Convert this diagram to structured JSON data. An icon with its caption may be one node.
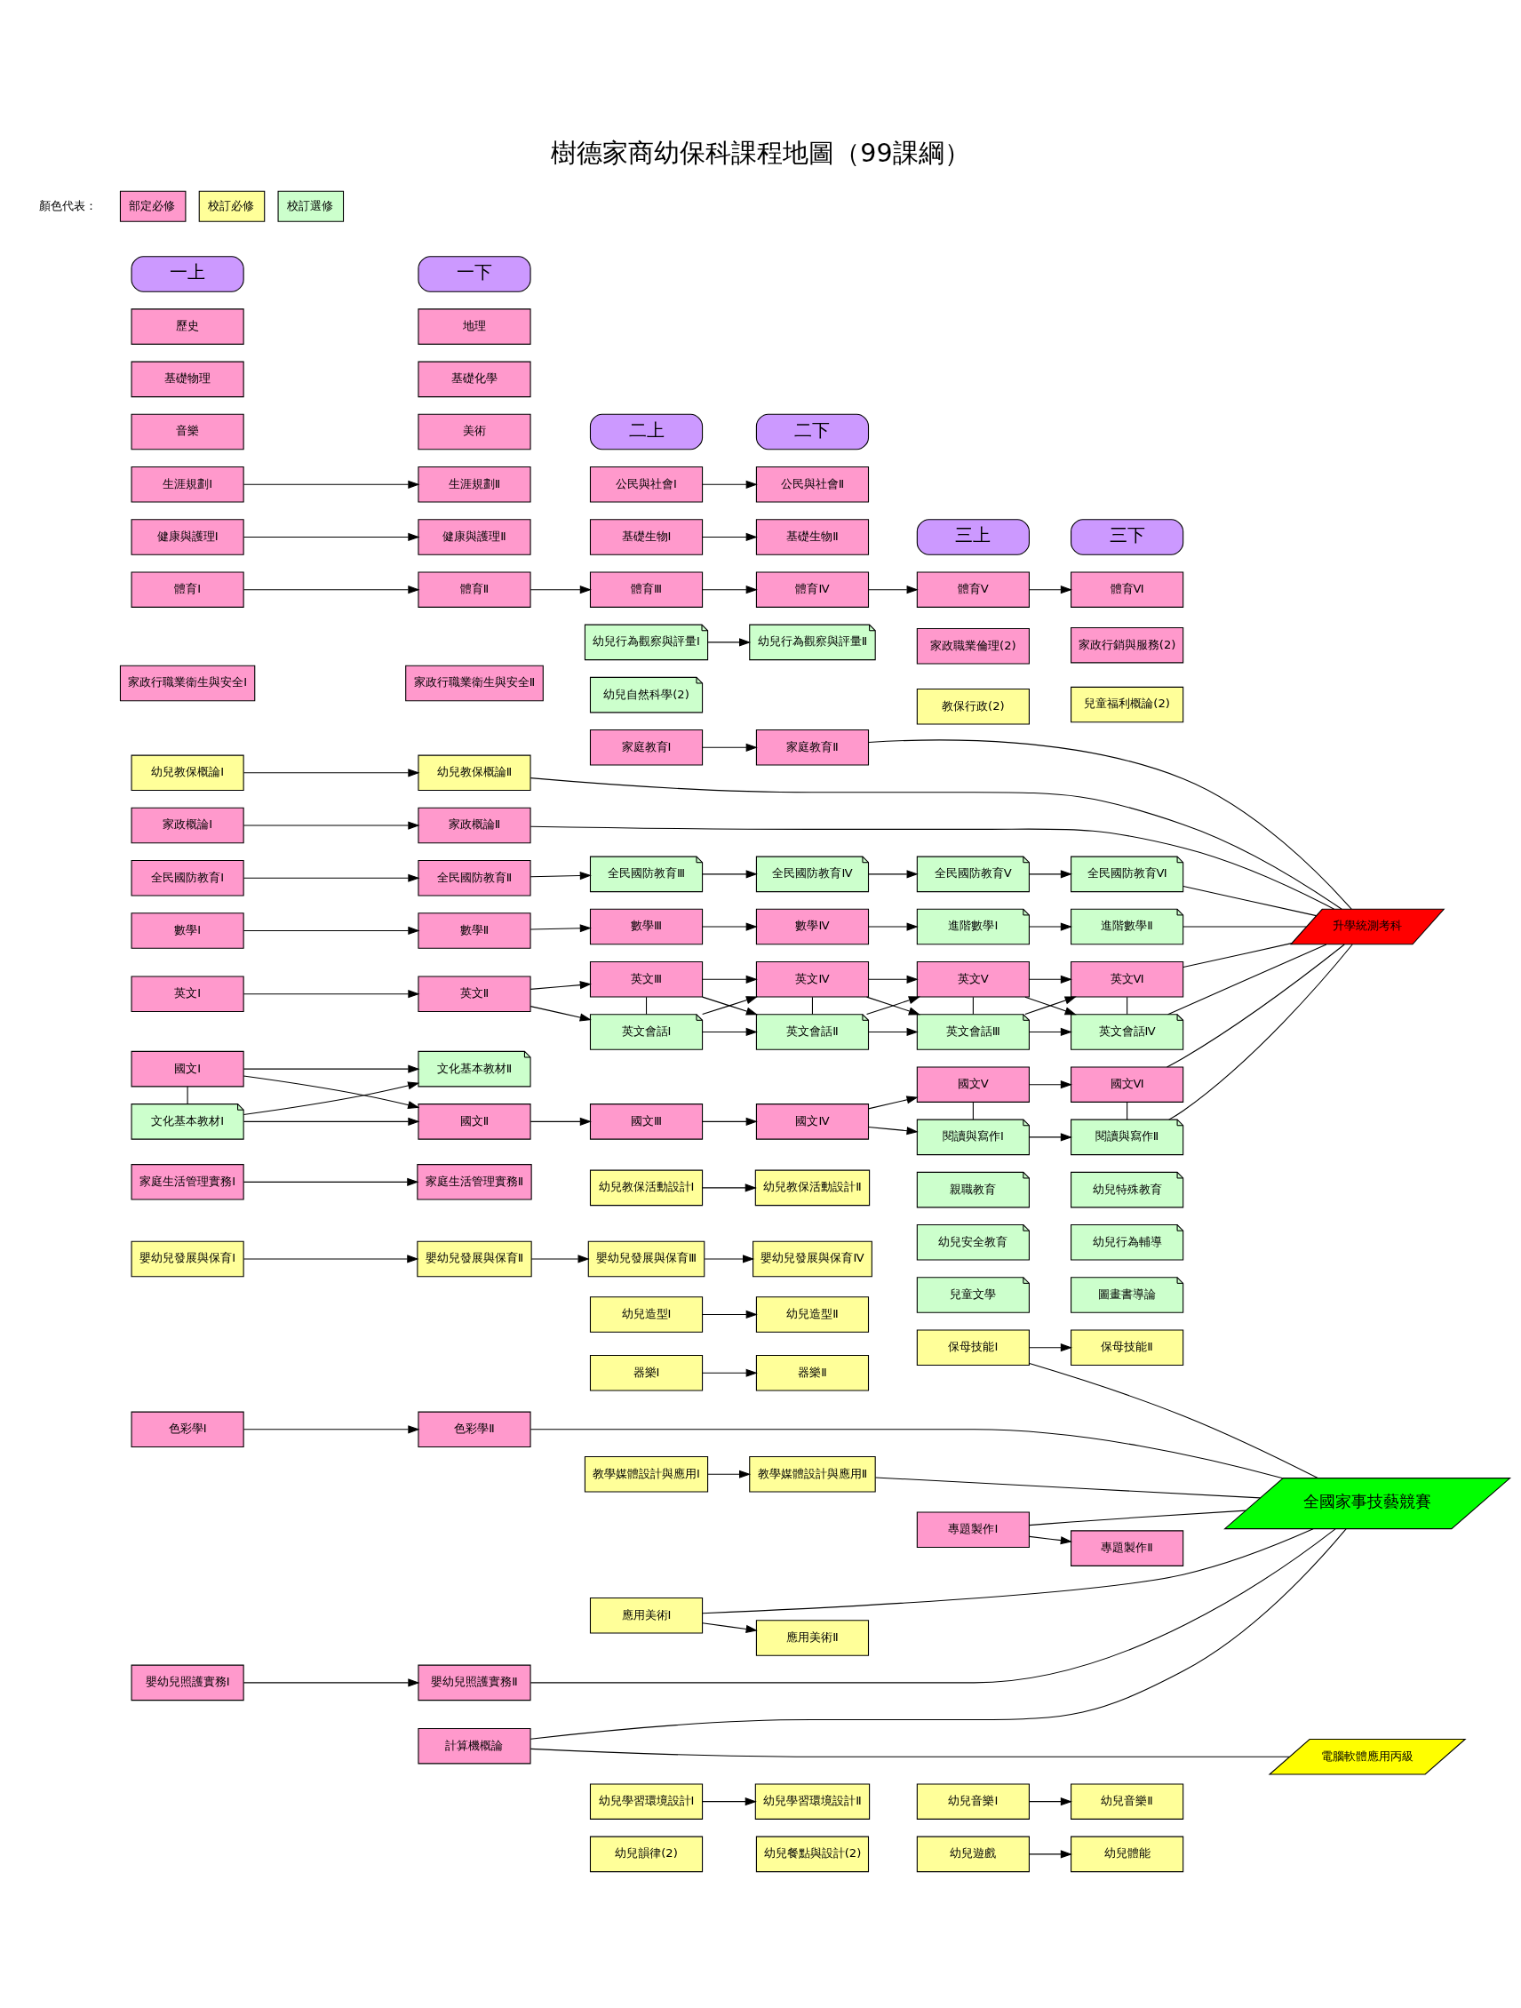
{
  "diagram": {
    "title": "樹德家商幼保科課程地圖（99課綱）",
    "nodes": [
      {
        "text": [
          "一上"
        ]
      },
      {
        "text": [
          "一下"
        ]
      },
      {
        "text": [
          "二上"
        ]
      },
      {
        "text": [
          "二下"
        ]
      },
      {
        "text": [
          "三上"
        ]
      },
      {
        "text": [
          "三下"
        ]
      },
      {
        "text": [
          "國文Ⅰ"
        ]
      },
      {
        "text": [
          "國文Ⅱ"
        ]
      },
      {
        "text": [
          "國文Ⅲ"
        ]
      },
      {
        "text": [
          "國文Ⅳ"
        ]
      },
      {
        "text": [
          "國文Ⅴ"
        ]
      },
      {
        "text": [
          "國文Ⅵ"
        ]
      },
      {
        "text": [
          "文化基本教材Ⅰ"
        ]
      },
      {
        "text": [
          "文化基本教材Ⅱ"
        ]
      },
      {
        "text": [
          "閱讀與寫作Ⅰ"
        ]
      },
      {
        "text": [
          "閱讀與寫作Ⅱ"
        ]
      },
      {
        "text": [
          "英文Ⅰ"
        ]
      },
      {
        "text": [
          "英文Ⅱ"
        ]
      },
      {
        "text": [
          "英文Ⅲ"
        ]
      },
      {
        "text": [
          "英文Ⅳ"
        ]
      },
      {
        "text": [
          "英文Ⅴ"
        ]
      },
      {
        "text": [
          "英文Ⅵ"
        ]
      },
      {
        "text": [
          "英文會話Ⅰ"
        ]
      },
      {
        "text": [
          "英文會話Ⅱ"
        ]
      },
      {
        "text": [
          "英文會話Ⅲ"
        ]
      },
      {
        "text": [
          "英文會話Ⅳ"
        ]
      },
      {
        "text": [
          "數學Ⅰ"
        ]
      },
      {
        "text": [
          "數學Ⅱ"
        ]
      },
      {
        "text": [
          "數學Ⅲ"
        ]
      },
      {
        "text": [
          "數學Ⅳ"
        ]
      },
      {
        "text": [
          "進階數學Ⅰ"
        ]
      },
      {
        "text": [
          "進階數學Ⅱ"
        ]
      },
      {
        "text": [
          "歷史"
        ]
      },
      {
        "text": [
          "地理"
        ]
      },
      {
        "text": [
          "公民與社會Ⅰ"
        ]
      },
      {
        "text": [
          "公民與社會Ⅱ"
        ]
      },
      {
        "text": [
          "基礎物理"
        ]
      },
      {
        "text": [
          "基礎化學"
        ]
      },
      {
        "text": [
          "基礎生物Ⅰ"
        ]
      },
      {
        "text": [
          "基礎生物Ⅱ"
        ]
      },
      {
        "text": [
          "音樂"
        ]
      },
      {
        "text": [
          "美術"
        ]
      },
      {
        "text": [
          "生涯規劃Ⅰ"
        ]
      },
      {
        "text": [
          "生涯規劃Ⅱ"
        ]
      },
      {
        "text": [
          "健康與護理Ⅰ"
        ]
      },
      {
        "text": [
          "健康與護理Ⅱ"
        ]
      },
      {
        "text": [
          "體育Ⅰ"
        ]
      },
      {
        "text": [
          "體育Ⅱ"
        ]
      },
      {
        "text": [
          "體育Ⅲ"
        ]
      },
      {
        "text": [
          "體育Ⅳ"
        ]
      },
      {
        "text": [
          "體育Ⅴ"
        ]
      },
      {
        "text": [
          "體育Ⅵ"
        ]
      },
      {
        "text": [
          "全民國防教育Ⅰ"
        ]
      },
      {
        "text": [
          "全民國防教育Ⅱ"
        ]
      },
      {
        "text": [
          "全民國防教育Ⅲ"
        ]
      },
      {
        "text": [
          "全民國防教育Ⅳ"
        ]
      },
      {
        "text": [
          "全民國防教育Ⅴ"
        ]
      },
      {
        "text": [
          "全民國防教育Ⅵ"
        ]
      },
      {
        "text": [
          "家政概論Ⅰ"
        ]
      },
      {
        "text": [
          "家政概論Ⅱ"
        ]
      },
      {
        "text": [
          "應用美術Ⅰ"
        ]
      },
      {
        "text": [
          "應用美術Ⅱ"
        ]
      },
      {
        "text": [
          "家政職業倫理(2)"
        ]
      },
      {
        "text": [
          "家政行銷與服務(2)"
        ]
      },
      {
        "text": [
          "色彩學Ⅰ"
        ]
      },
      {
        "text": [
          "色彩學Ⅱ"
        ]
      },
      {
        "text": [
          "幼兒行為觀察與評量Ⅰ"
        ]
      },
      {
        "text": [
          "幼兒行為觀察與評量Ⅱ"
        ]
      },
      {
        "text": [
          "專題製作Ⅰ"
        ]
      },
      {
        "text": [
          "專題製作Ⅱ"
        ]
      },
      {
        "text": [
          "升學統測考科"
        ]
      },
      {
        "text": [
          "幼兒教保概論Ⅰ"
        ]
      },
      {
        "text": [
          "幼兒教保概論Ⅱ"
        ]
      },
      {
        "text": [
          "幼兒自然科學(2)"
        ]
      },
      {
        "text": [
          "教保行政(2)"
        ]
      },
      {
        "text": [
          "兒童福利概論(2)"
        ]
      },
      {
        "text": [
          "家政行職業衛生與安全Ⅰ"
        ]
      },
      {
        "text": [
          "家政行職業衛生與安全Ⅱ"
        ]
      },
      {
        "text": [
          "家庭教育Ⅰ"
        ]
      },
      {
        "text": [
          "家庭教育Ⅱ"
        ]
      },
      {
        "text": [
          "親職教育"
        ]
      },
      {
        "text": [
          "幼兒特殊教育"
        ]
      },
      {
        "text": [
          "計算機概論"
        ]
      },
      {
        "text": [
          "幼兒安全教育"
        ]
      },
      {
        "text": [
          "幼兒行為輔導"
        ]
      },
      {
        "text": [
          "家庭生活管理實務Ⅰ"
        ]
      },
      {
        "text": [
          "家庭生活管理實務Ⅱ"
        ]
      },
      {
        "text": [
          "兒童文學"
        ]
      },
      {
        "text": [
          "圖畫書導論"
        ]
      },
      {
        "text": [
          "電腦軟體應用丙級"
        ]
      },
      {
        "text": [
          "嬰幼兒照護實務Ⅰ"
        ]
      },
      {
        "text": [
          "嬰幼兒照護實務Ⅱ"
        ]
      },
      {
        "text": [
          "幼兒教保活動設計Ⅰ"
        ]
      },
      {
        "text": [
          "幼兒教保活動設計Ⅱ"
        ]
      },
      {
        "text": [
          "教學媒體設計與應用Ⅰ"
        ]
      },
      {
        "text": [
          "教學媒體設計與應用Ⅱ"
        ]
      },
      {
        "text": [
          "全國家事技藝競賽"
        ]
      },
      {
        "text": [
          "嬰幼兒發展與保育Ⅰ"
        ]
      },
      {
        "text": [
          "嬰幼兒發展與保育Ⅱ"
        ]
      },
      {
        "text": [
          "嬰幼兒發展與保育Ⅲ"
        ]
      },
      {
        "text": [
          "嬰幼兒發展與保育Ⅳ"
        ]
      },
      {
        "text": [
          "幼兒造型Ⅰ"
        ]
      },
      {
        "text": [
          "幼兒造型Ⅱ"
        ]
      },
      {
        "text": [
          "器樂Ⅰ"
        ]
      },
      {
        "text": [
          "器樂Ⅱ"
        ]
      },
      {
        "text": [
          "保母技能Ⅰ"
        ]
      },
      {
        "text": [
          "保母技能Ⅱ"
        ]
      },
      {
        "text": [
          "幼兒學習環境設計Ⅰ"
        ]
      },
      {
        "text": [
          "幼兒學習環境設計Ⅱ"
        ]
      },
      {
        "text": [
          "幼兒音樂Ⅰ"
        ]
      },
      {
        "text": [
          "幼兒音樂Ⅱ"
        ]
      },
      {
        "text": [
          "幼兒韻律(2)"
        ]
      },
      {
        "text": [
          "幼兒餐點與設計(2)"
        ]
      },
      {
        "text": [
          "幼兒遊戲"
        ]
      },
      {
        "text": [
          "幼兒體能"
        ]
      }
    ],
    "edges": [
      {
        "from": 6,
        "to": 7,
        "arrow": "to"
      },
      {
        "from": 6,
        "to": 13,
        "arrow": "to"
      },
      {
        "from": 12,
        "to": 7,
        "arrow": "to"
      },
      {
        "from": 12,
        "to": 13,
        "arrow": "to"
      },
      {
        "from": 6,
        "to": 12,
        "arrow": "none"
      },
      {
        "from": 7,
        "to": 8,
        "arrow": "to"
      },
      {
        "from": 8,
        "to": 9,
        "arrow": "to"
      },
      {
        "from": 9,
        "to": 10,
        "arrow": "to"
      },
      {
        "from": 9,
        "to": 14,
        "arrow": "to"
      },
      {
        "from": 10,
        "to": 14,
        "arrow": "none"
      },
      {
        "from": 10,
        "to": 11,
        "arrow": "to"
      },
      {
        "from": 14,
        "to": 15,
        "arrow": "to"
      },
      {
        "from": 11,
        "to": 15,
        "arrow": "none"
      },
      {
        "from": 16,
        "to": 17,
        "arrow": "to"
      },
      {
        "from": 17,
        "to": 18,
        "arrow": "to"
      },
      {
        "from": 17,
        "to": 22,
        "arrow": "to"
      },
      {
        "from": 18,
        "to": 22,
        "arrow": "none"
      },
      {
        "from": 18,
        "to": 19,
        "arrow": "to"
      },
      {
        "from": 18,
        "to": 23,
        "arrow": "to"
      },
      {
        "from": 22,
        "to": 19,
        "arrow": "to"
      },
      {
        "from": 22,
        "to": 23,
        "arrow": "to"
      },
      {
        "from": 19,
        "to": 23,
        "arrow": "none"
      },
      {
        "from": 19,
        "to": 20,
        "arrow": "to"
      },
      {
        "from": 19,
        "to": 24,
        "arrow": "to"
      },
      {
        "from": 23,
        "to": 20,
        "arrow": "to"
      },
      {
        "from": 23,
        "to": 24,
        "arrow": "to"
      },
      {
        "from": 20,
        "to": 24,
        "arrow": "none"
      },
      {
        "from": 20,
        "to": 21,
        "arrow": "to"
      },
      {
        "from": 20,
        "to": 25,
        "arrow": "to"
      },
      {
        "from": 24,
        "to": 21,
        "arrow": "to"
      },
      {
        "from": 24,
        "to": 25,
        "arrow": "to"
      },
      {
        "from": 21,
        "to": 25,
        "arrow": "none"
      },
      {
        "from": 26,
        "to": 27,
        "arrow": "to"
      },
      {
        "from": 27,
        "to": 28,
        "arrow": "to"
      },
      {
        "from": 28,
        "to": 29,
        "arrow": "to"
      },
      {
        "from": 29,
        "to": 30,
        "arrow": "to"
      },
      {
        "from": 30,
        "to": 31,
        "arrow": "to"
      },
      {
        "from": 34,
        "to": 35,
        "arrow": "to"
      },
      {
        "from": 38,
        "to": 39,
        "arrow": "to"
      },
      {
        "from": 42,
        "to": 43,
        "arrow": "to"
      },
      {
        "from": 44,
        "to": 45,
        "arrow": "to"
      },
      {
        "from": 46,
        "to": 47,
        "arrow": "to"
      },
      {
        "from": 47,
        "to": 48,
        "arrow": "to"
      },
      {
        "from": 48,
        "to": 49,
        "arrow": "to"
      },
      {
        "from": 49,
        "to": 50,
        "arrow": "to"
      },
      {
        "from": 50,
        "to": 51,
        "arrow": "to"
      },
      {
        "from": 52,
        "to": 53,
        "arrow": "to"
      },
      {
        "from": 53,
        "to": 54,
        "arrow": "to"
      },
      {
        "from": 54,
        "to": 55,
        "arrow": "to"
      },
      {
        "from": 55,
        "to": 56,
        "arrow": "to"
      },
      {
        "from": 56,
        "to": 57,
        "arrow": "to"
      },
      {
        "from": 58,
        "to": 59,
        "arrow": "to"
      },
      {
        "from": 60,
        "to": 61,
        "arrow": "to"
      },
      {
        "from": 64,
        "to": 65,
        "arrow": "to"
      },
      {
        "from": 66,
        "to": 67,
        "arrow": "to"
      },
      {
        "from": 68,
        "to": 69,
        "arrow": "to"
      },
      {
        "from": 71,
        "to": 72,
        "arrow": "to"
      },
      {
        "from": 78,
        "to": 79,
        "arrow": "to"
      },
      {
        "from": 85,
        "to": 86,
        "arrow": "to"
      },
      {
        "from": 90,
        "to": 91,
        "arrow": "to"
      },
      {
        "from": 92,
        "to": 93,
        "arrow": "to"
      },
      {
        "from": 94,
        "to": 95,
        "arrow": "to"
      },
      {
        "from": 97,
        "to": 98,
        "arrow": "to"
      },
      {
        "from": 98,
        "to": 99,
        "arrow": "to"
      },
      {
        "from": 99,
        "to": 100,
        "arrow": "to"
      },
      {
        "from": 101,
        "to": 102,
        "arrow": "to"
      },
      {
        "from": 103,
        "to": 104,
        "arrow": "to"
      },
      {
        "from": 105,
        "to": 106,
        "arrow": "to"
      },
      {
        "from": 107,
        "to": 108,
        "arrow": "to"
      },
      {
        "from": 109,
        "to": 110,
        "arrow": "to"
      },
      {
        "from": 113,
        "to": 114,
        "arrow": "to"
      },
      {
        "from": 11,
        "to": 70,
        "arrow": "none"
      },
      {
        "from": 15,
        "to": 70,
        "arrow": "none"
      },
      {
        "from": 21,
        "to": 70,
        "arrow": "none"
      },
      {
        "from": 25,
        "to": 70,
        "arrow": "none"
      },
      {
        "from": 31,
        "to": 70,
        "arrow": "none"
      },
      {
        "from": 57,
        "to": 70,
        "arrow": "none"
      },
      {
        "from": 59,
        "to": 70,
        "arrow": "none"
      },
      {
        "from": 72,
        "to": 70,
        "arrow": "none"
      },
      {
        "from": 79,
        "to": 70,
        "arrow": "none"
      },
      {
        "from": 82,
        "to": 89,
        "arrow": "none"
      },
      {
        "from": 95,
        "to": 96,
        "arrow": "none"
      },
      {
        "from": 68,
        "to": 96,
        "arrow": "none"
      },
      {
        "from": 82,
        "to": 96,
        "arrow": "none"
      },
      {
        "from": 60,
        "to": 96,
        "arrow": "none"
      },
      {
        "from": 65,
        "to": 96,
        "arrow": "none"
      },
      {
        "from": 91,
        "to": 96,
        "arrow": "none"
      },
      {
        "from": 105,
        "to": 96,
        "arrow": "none"
      }
    ],
    "labels": [
      "顏色代表："
    ],
    "legend": [
      {
        "text": "部定必修",
        "color": "#ff99cc"
      },
      {
        "text": "校訂必修",
        "color": "#ffff99"
      },
      {
        "text": "校訂選修",
        "color": "#ccffcc"
      }
    ]
  }
}
